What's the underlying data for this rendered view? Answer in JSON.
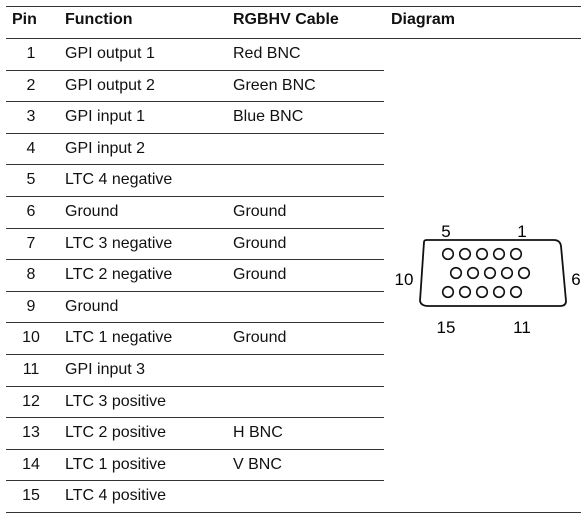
{
  "headers": {
    "pin": "Pin",
    "function": "Function",
    "cable": "RGBHV Cable",
    "diagram": "Diagram"
  },
  "rows": [
    {
      "pin": "1",
      "function": "GPI output 1",
      "cable": "Red BNC"
    },
    {
      "pin": "2",
      "function": "GPI output 2",
      "cable": "Green BNC"
    },
    {
      "pin": "3",
      "function": "GPI input 1",
      "cable": "Blue BNC"
    },
    {
      "pin": "4",
      "function": "GPI input 2",
      "cable": ""
    },
    {
      "pin": "5",
      "function": "LTC 4 negative",
      "cable": ""
    },
    {
      "pin": "6",
      "function": "Ground",
      "cable": "Ground"
    },
    {
      "pin": "7",
      "function": "LTC 3 negative",
      "cable": "Ground"
    },
    {
      "pin": "8",
      "function": "LTC 2 negative",
      "cable": "Ground"
    },
    {
      "pin": "9",
      "function": "Ground",
      "cable": ""
    },
    {
      "pin": "10",
      "function": "LTC 1 negative",
      "cable": "Ground"
    },
    {
      "pin": "11",
      "function": "GPI input 3",
      "cable": ""
    },
    {
      "pin": "12",
      "function": "LTC 3 positive",
      "cable": ""
    },
    {
      "pin": "13",
      "function": "LTC 2 positive",
      "cable": "H BNC"
    },
    {
      "pin": "14",
      "function": "LTC 1 positive",
      "cable": "V BNC"
    },
    {
      "pin": "15",
      "function": "LTC 4 positive",
      "cable": ""
    }
  ],
  "diagram": {
    "label_top_left": "5",
    "label_top_right": "1",
    "label_left": "10",
    "label_right": "6",
    "label_bottom_left": "15",
    "label_bottom_right": "11",
    "pin_rows": [
      5,
      5,
      5
    ]
  }
}
